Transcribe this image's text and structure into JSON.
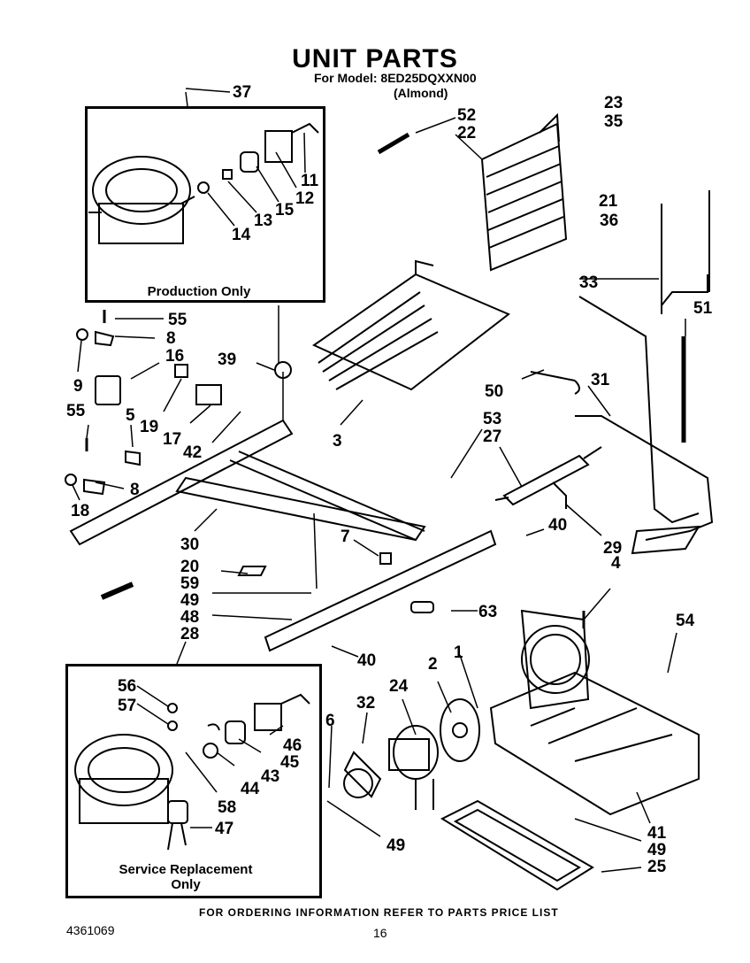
{
  "header": {
    "title": "UNIT PARTS",
    "model": "For Model: 8ED25DQXXN00",
    "color": "(Almond)"
  },
  "insets": {
    "production": "Production Only",
    "service_line1": "Service Replacement",
    "service_line2": "Only"
  },
  "callouts": {
    "c37": "37",
    "c11": "11",
    "c12": "12",
    "c15": "15",
    "c13": "13",
    "c14": "14",
    "c52": "52",
    "c22": "22",
    "c23": "23",
    "c35": "35",
    "c21": "21",
    "c36": "36",
    "c33": "33",
    "c51": "51",
    "c55a": "55",
    "c8a": "8",
    "c16": "16",
    "c9": "9",
    "c39": "39",
    "c19": "19",
    "c17": "17",
    "c42": "42",
    "c3": "3",
    "c50": "50",
    "c31": "31",
    "c55b": "55",
    "c5": "5",
    "c53": "53",
    "c27": "27",
    "c8b": "8",
    "c18": "18",
    "c7": "7",
    "c40a": "40",
    "c29": "29",
    "c30": "30",
    "c20": "20",
    "c59": "59",
    "c49a": "49",
    "c48": "48",
    "c28": "28",
    "c4": "4",
    "c63": "63",
    "c54": "54",
    "c40b": "40",
    "c56": "56",
    "c57": "57",
    "c1": "1",
    "c2": "2",
    "c24": "24",
    "c32": "32",
    "c6": "6",
    "c46": "46",
    "c45": "45",
    "c44": "44",
    "c43": "43",
    "c58": "58",
    "c47": "47",
    "c49b": "49",
    "c41": "41",
    "c49c": "49",
    "c25": "25"
  },
  "footer": {
    "ordering": "FOR ORDERING INFORMATION REFER TO PARTS PRICE LIST",
    "doc_number": "4361069",
    "page_number": "16"
  }
}
